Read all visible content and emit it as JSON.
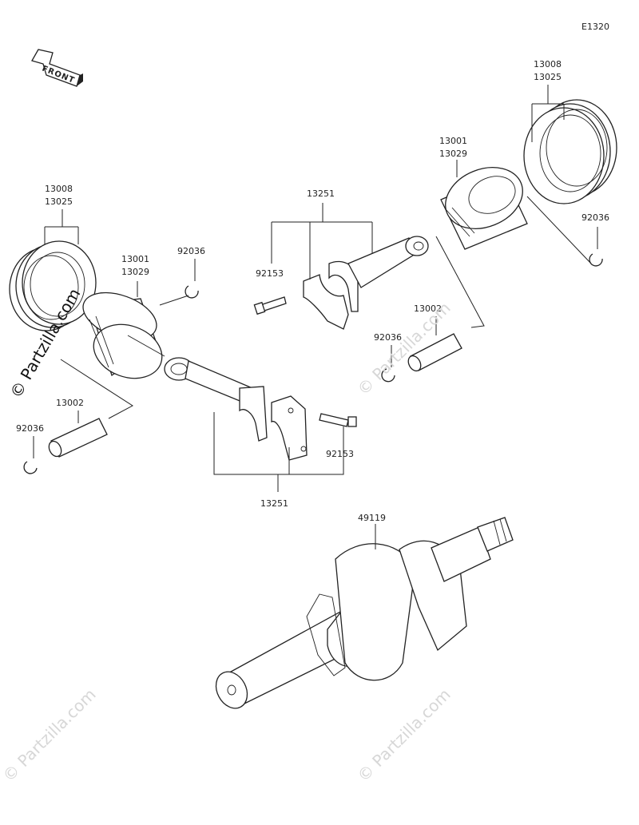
{
  "diagram_code": "E1320",
  "front_label": "FRONT",
  "watermark": {
    "main": "© Partzilla.com",
    "faint": "© Partzilla.com"
  },
  "labels": {
    "rings_right_a": "13008",
    "rings_right_b": "13025",
    "rings_left_a": "13008",
    "rings_left_b": "13025",
    "piston_right_a": "13001",
    "piston_right_b": "13029",
    "piston_left_a": "13001",
    "piston_left_b": "13029",
    "conrod_top": "13251",
    "conrod_bottom": "13251",
    "bolt_top": "92153",
    "bolt_bottom": "92153",
    "clip_right_top": "92036",
    "clip_left_top": "92036",
    "clip_right_mid": "92036",
    "clip_left_bottom": "92036",
    "pin_right": "13002",
    "pin_left": "13002",
    "crankshaft": "49119"
  }
}
